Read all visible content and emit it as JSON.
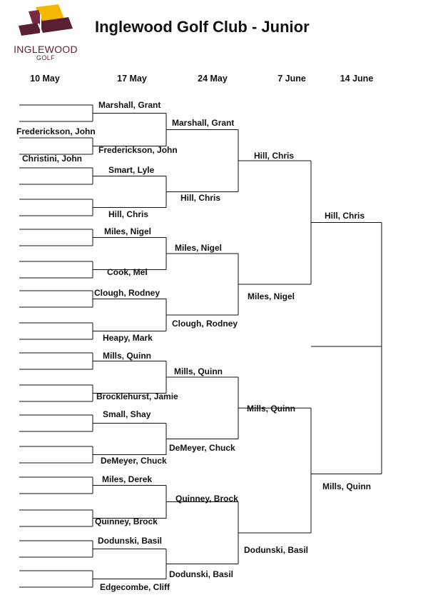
{
  "title": "Inglewood Golf Club - Junior",
  "logo": {
    "name": "INGLEWOOD",
    "sub": "GOLF",
    "colors": {
      "maroon": "#5a1f33",
      "gold": "#f5b800"
    }
  },
  "rounds": [
    "10 May",
    "17 May",
    "24 May",
    "7 June",
    "14 June"
  ],
  "round1": [
    "Frederickson, John",
    "Christini, John"
  ],
  "round2": [
    "Marshall, Grant",
    "Frederickson, John",
    "Smart, Lyle",
    "Hill, Chris",
    "Miles, Nigel",
    "Cook, Mel",
    "Clough, Rodney",
    "Heapy, Mark",
    "Mills, Quinn",
    "Brocklehurst, Jamie",
    "Small, Shay",
    "DeMeyer, Chuck",
    "Miles, Derek",
    "Quinney, Brock",
    "Dodunski, Basil",
    "Edgecombe, Cliff"
  ],
  "round3": [
    "Marshall, Grant",
    "Hill, Chris",
    "Miles, Nigel",
    "Clough, Rodney",
    "Mills, Quinn",
    "DeMeyer, Chuck",
    "Quinney, Brock",
    "Dodunski, Basil"
  ],
  "round4": [
    "Hill, Chris",
    "Miles, Nigel",
    "Mills, Quinn",
    "Dodunski, Basil"
  ],
  "round5": [
    "Hill, Chris",
    "Mills, Quinn"
  ]
}
